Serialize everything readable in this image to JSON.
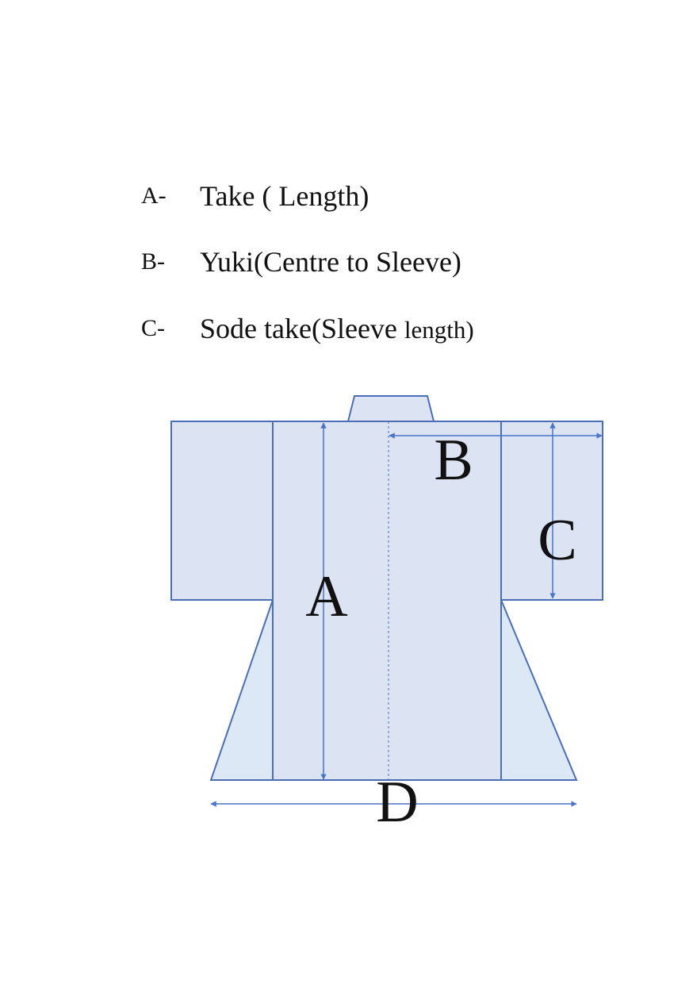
{
  "legend": {
    "items": [
      {
        "key": "A-",
        "text": "Take ( Length)",
        "text_suffix": ""
      },
      {
        "key": "B-",
        "text": "Yuki(Centre to Sleeve)",
        "text_suffix": ""
      },
      {
        "key": "C-",
        "text": "Sode take(Sleeve ",
        "text_suffix": "length)"
      }
    ]
  },
  "diagram": {
    "labels": {
      "a": "A",
      "b": "B",
      "c": "C",
      "d": "D"
    },
    "colors": {
      "outline": "#4a6fb5",
      "body_fill": "#dce3f3",
      "skirt_fill": "#dde8f6",
      "arrow": "#4a74c8"
    }
  }
}
